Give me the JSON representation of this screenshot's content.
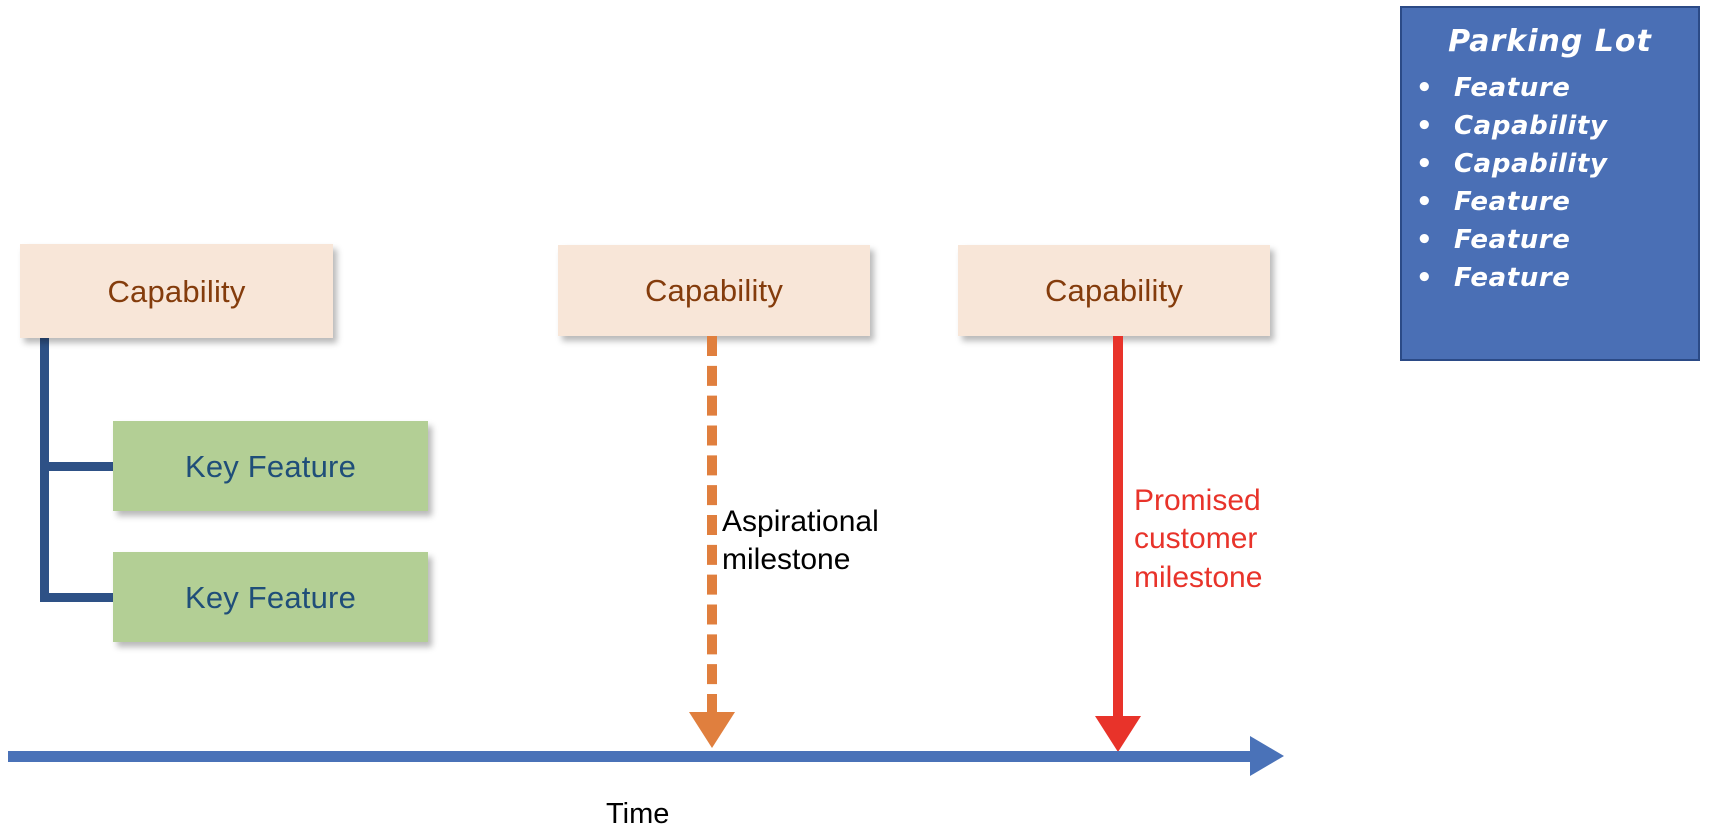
{
  "diagram": {
    "title_none": "",
    "timeline": {
      "axis_label": "Time",
      "direction_icon": "right-arrow-icon",
      "color": "#4a72b8"
    },
    "capabilities": [
      {
        "label": "Capability",
        "id": "capability-1"
      },
      {
        "label": "Capability",
        "id": "capability-2"
      },
      {
        "label": "Capability",
        "id": "capability-3"
      }
    ],
    "key_features": [
      {
        "label": "Key Feature",
        "id": "key-feature-1"
      },
      {
        "label": "Key Feature",
        "id": "key-feature-2"
      }
    ],
    "milestones": [
      {
        "id": "aspirational-milestone",
        "label": "Aspirational\nmilestone",
        "line_style": "dashed",
        "color": "#e07f3e",
        "arrow_icon": "down-arrow-icon"
      },
      {
        "id": "promised-customer-milestone",
        "label": "Promised\ncustomer\nmilestone",
        "line_style": "solid",
        "color": "#e8332a",
        "arrow_icon": "down-arrow-icon"
      }
    ],
    "colors": {
      "capability_fill": "#f8e6d8",
      "capability_text": "#843c0c",
      "feature_fill": "#b3cf95",
      "feature_text": "#1f4e79",
      "connector": "#2e5186",
      "timeline": "#4a72b8",
      "aspirational": "#e07f3e",
      "promised": "#e8332a",
      "parking_lot_fill": "#4a6fb5",
      "parking_lot_border": "#2b4a86",
      "parking_lot_text": "#ffffff"
    }
  },
  "parking_lot": {
    "title": "Parking Lot",
    "bullet_glyph": "•",
    "items": [
      {
        "label": "Feature"
      },
      {
        "label": "Capability"
      },
      {
        "label": "Capability"
      },
      {
        "label": "Feature"
      },
      {
        "label": "Feature"
      },
      {
        "label": "Feature"
      }
    ]
  }
}
